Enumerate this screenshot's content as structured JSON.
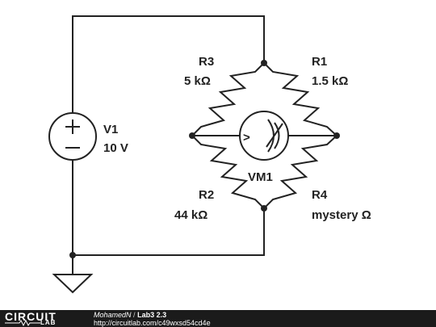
{
  "components": {
    "source": {
      "ref": "V1",
      "value": "10 V"
    },
    "r1": {
      "ref": "R1",
      "value": "1.5 kΩ"
    },
    "r2": {
      "ref": "R2",
      "value": "44 kΩ"
    },
    "r3": {
      "ref": "R3",
      "value": "5 kΩ"
    },
    "r4": {
      "ref": "R4",
      "value": "mystery Ω"
    },
    "voltmeter": {
      "ref": "VM1",
      "symbol": ">"
    }
  },
  "footer": {
    "logo_top": "CIRCUIT",
    "logo_bottom": "LAB",
    "author": "MohamedN",
    "separator": "/",
    "title": "Lab3 2.3",
    "url": "http://circuitlab.com/c49wxsd54cd4e"
  },
  "colors": {
    "wire": "#222222",
    "footer_bg": "#1b1b1b"
  }
}
